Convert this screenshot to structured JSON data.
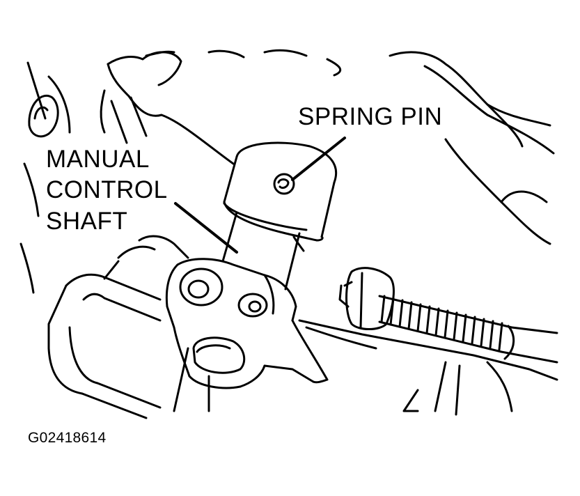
{
  "labels": {
    "spring_pin": "SPRING PIN",
    "shaft_line1": "MANUAL",
    "shaft_line2": "CONTROL",
    "shaft_line3": "SHAFT"
  },
  "figure_code": "G02418614",
  "colors": {
    "ink": "#000000",
    "paper": "#ffffff"
  }
}
